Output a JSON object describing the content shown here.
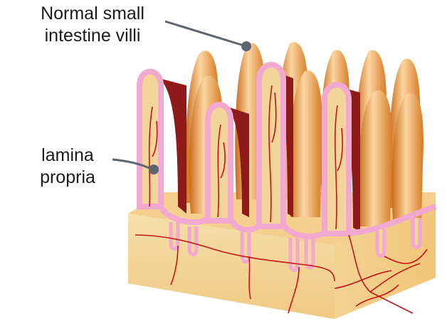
{
  "labels": {
    "villi_line1": "Normal small",
    "villi_line2": "intestine villi",
    "lamina_line1": "lamina",
    "lamina_line2": "propria"
  },
  "colors": {
    "villus_orange": "#f0a04a",
    "villus_highlight": "#fbd6a0",
    "epithelium_pink": "#f2a9cf",
    "lamina_tissue": "#f3d49a",
    "submucosa": "#f6dfaa",
    "blood_vessel": "#c41616",
    "crypt_dark_red": "#8e1a1a",
    "pointer_line": "#5f6670",
    "pointer_dot": "#5f6670"
  }
}
